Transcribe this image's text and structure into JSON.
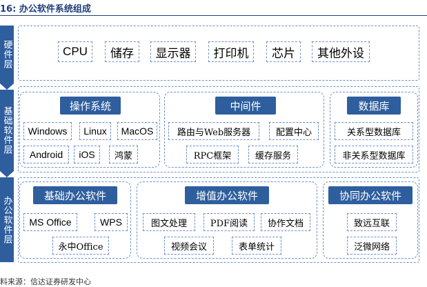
{
  "title": "16:  办公软件系统组成",
  "layers": [
    {
      "label": "硬件层"
    },
    {
      "label": "基础软件层"
    },
    {
      "label": "办公软件层"
    }
  ],
  "hardware": {
    "items": [
      "CPU",
      "储存",
      "显示器",
      "打印机",
      "芯片",
      "其他外设"
    ]
  },
  "os": {
    "header": "操作系统",
    "items": [
      "Windows",
      "Linux",
      "MacOS",
      "Android",
      "iOS",
      "鸿蒙"
    ]
  },
  "middleware": {
    "header": "中间件",
    "items": [
      "路由与Web服务器",
      "配置中心",
      "RPC框架",
      "缓存服务"
    ]
  },
  "database": {
    "header": "数据库",
    "items": [
      "关系型数据库",
      "非关系型数据库"
    ]
  },
  "basic_office": {
    "header": "基础办公软件",
    "items": [
      "MS Office",
      "WPS",
      "永中Office"
    ]
  },
  "value_added": {
    "header": "增值办公软件",
    "items": [
      "图文处理",
      "PDF阅读",
      "协作文档",
      "视频会议",
      "表单统计"
    ]
  },
  "collaborative": {
    "header": "协同办公软件",
    "items": [
      "致远互联",
      "泛微网络"
    ]
  },
  "source": "料来源：信达证券研发中心"
}
